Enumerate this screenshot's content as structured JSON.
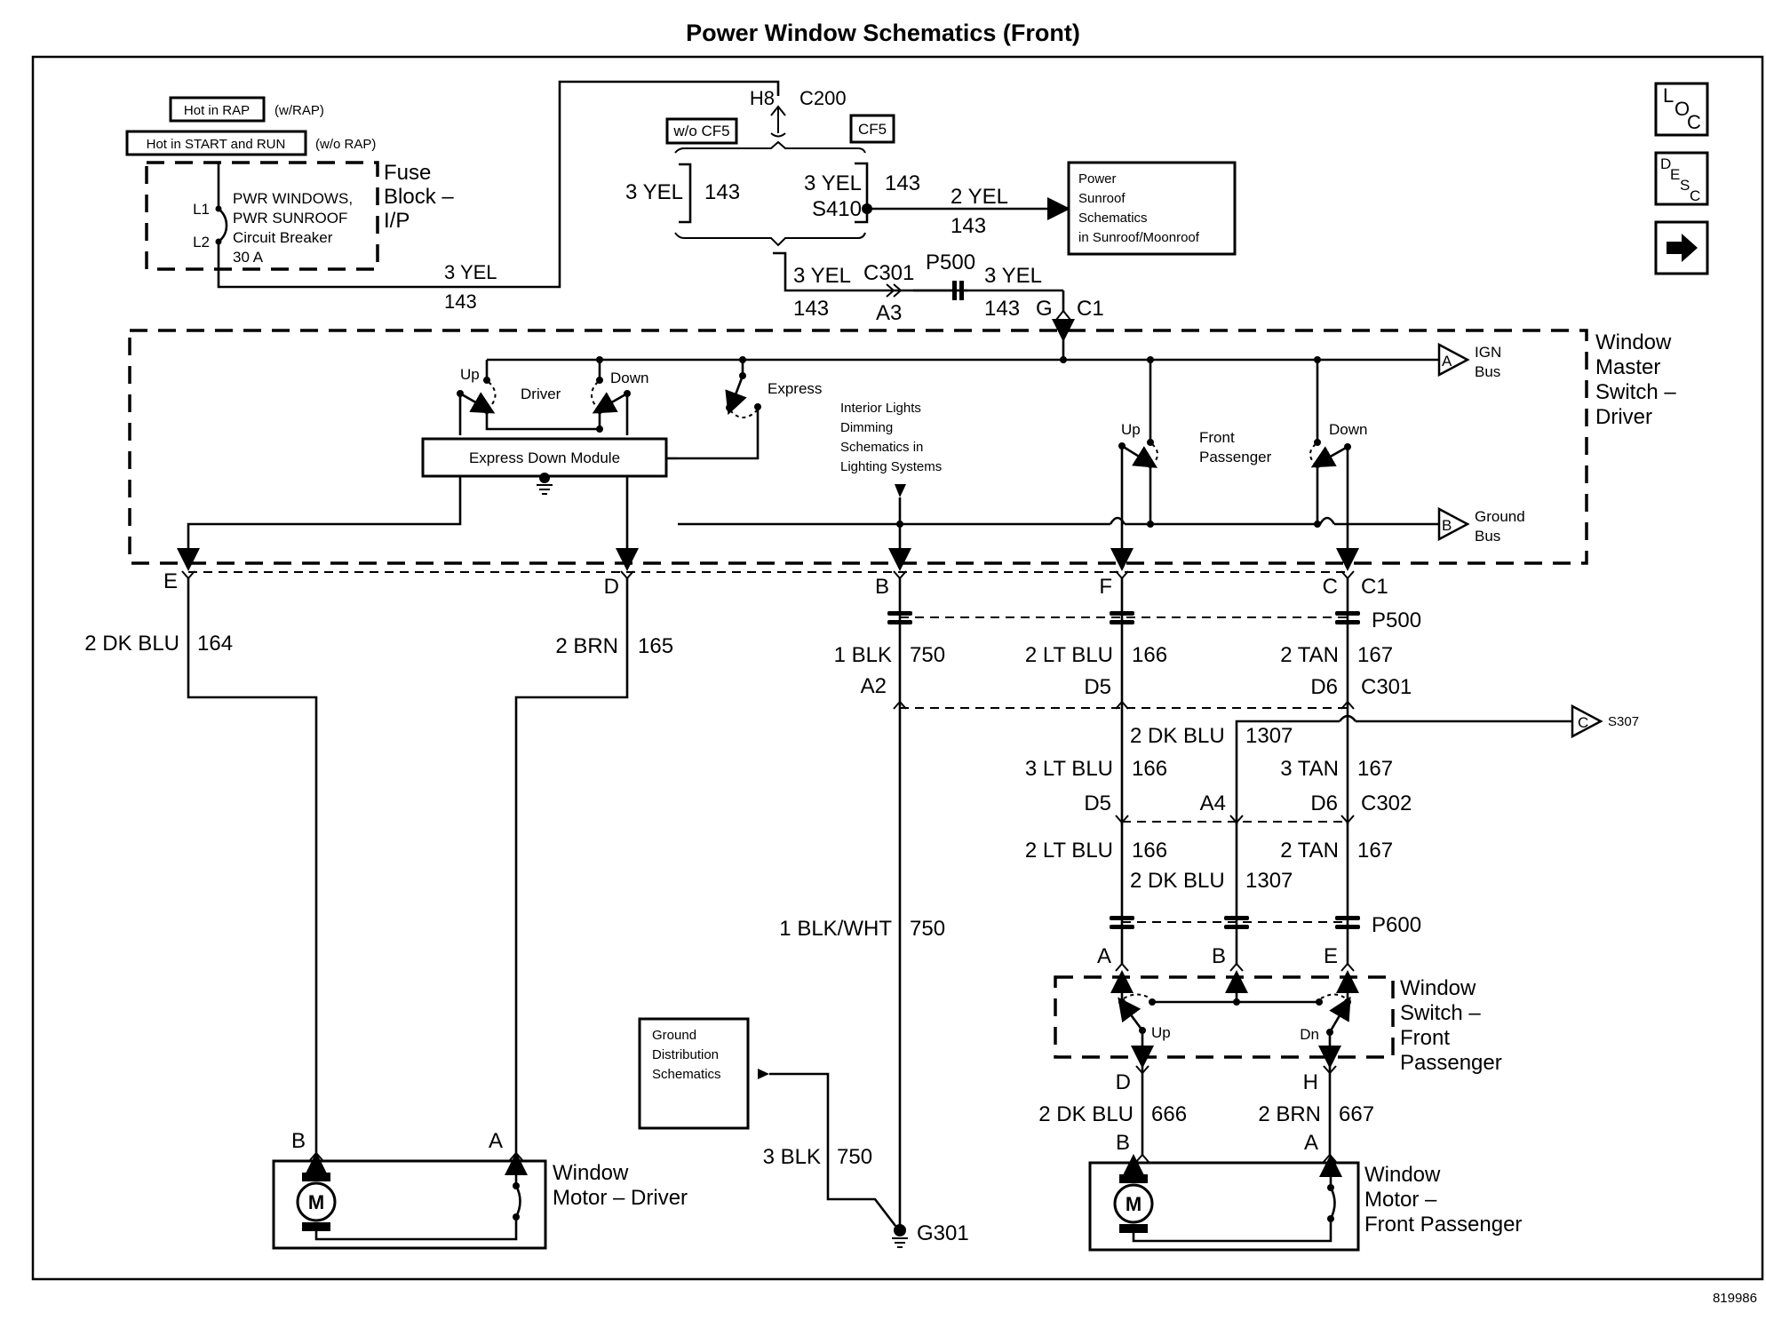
{
  "title": "Power Window Schematics (Front)",
  "figure_id": "819986",
  "nav_buttons": [
    {
      "name": "loc",
      "label_chars": [
        "L",
        "O",
        "C"
      ]
    },
    {
      "name": "desc",
      "label_chars": [
        "D",
        "E",
        "S",
        "C"
      ]
    },
    {
      "name": "next",
      "icon": "right-arrow-icon"
    }
  ],
  "power_source": {
    "hot_rap": "Hot in RAP",
    "hot_rap_note": "(w/RAP)",
    "hot_start_run": "Hot in START and RUN",
    "hot_start_run_note": "(w/o RAP)",
    "breaker_lines": [
      "PWR WINDOWS,",
      "PWR SUNROOF",
      "Circuit Breaker",
      "30 A"
    ],
    "terminal_l1": "L1",
    "terminal_l2": "L2",
    "block_label_lines": [
      "Fuse",
      "Block –",
      "I/P"
    ],
    "wire_color": "3 YEL",
    "wire_circuit": "143"
  },
  "c200": {
    "pin": "H8",
    "connector": "C200",
    "option_wo": "w/o CF5",
    "option_w": "CF5",
    "left_wire_color": "3 YEL",
    "left_wire_circuit": "143",
    "right_wire_color": "3 YEL",
    "right_wire_circuit": "143",
    "splice": "S410",
    "sunroof_wire_color": "2 YEL",
    "sunroof_wire_circuit": "143",
    "sunroof_ref_lines": [
      "Power",
      "Sunroof",
      "Schematics",
      "in Sunroof/Moonroof"
    ]
  },
  "c301_feed": {
    "wire_color_a": "3 YEL",
    "wire_circuit_a": "143",
    "connector": "C301",
    "pin": "A3",
    "inline": "P500",
    "wire_color_b": "3 YEL",
    "wire_circuit_b": "143",
    "master_pin": "G",
    "master_connector": "C1"
  },
  "master_switch": {
    "label_lines": [
      "Window",
      "Master",
      "Switch –",
      "Driver"
    ],
    "driver_up": "Up",
    "driver_down": "Down",
    "driver_label": "Driver",
    "express": "Express",
    "express_module": "Express Down Module",
    "interior_ref_lines": [
      "Interior Lights",
      "Dimming",
      "Schematics in",
      "Lighting Systems"
    ],
    "pass_up": "Up",
    "pass_down": "Down",
    "pass_label_lines": [
      "Front",
      "Passenger"
    ],
    "ign_bus_letter": "A",
    "ign_bus_lines": [
      "IGN",
      "Bus"
    ],
    "ground_bus_letter": "B",
    "ground_bus_lines": [
      "Ground",
      "Bus"
    ]
  },
  "c1_pins": {
    "e": "E",
    "d": "D",
    "b": "B",
    "f": "F",
    "c": "C",
    "connector": "C1"
  },
  "driver_circuits": {
    "up_color": "2 DK BLU",
    "up_circuit": "164",
    "down_color": "2 BRN",
    "down_circuit": "165"
  },
  "p500": "P500",
  "ground_path": {
    "wire1_color": "1 BLK",
    "wire1_circuit": "750",
    "pin": "A2",
    "wire2_color": "1 BLK/WHT",
    "wire2_circuit": "750",
    "ref_lines": [
      "Ground",
      "Distribution",
      "Schematics"
    ],
    "wire3_color": "3 BLK",
    "wire3_circuit": "750",
    "ground": "G301"
  },
  "passenger_path": {
    "a_color": "2 LT BLU",
    "a_circuit": "166",
    "b_color": "2 TAN",
    "b_circuit": "167",
    "c301_pin_a": "D5",
    "c301_pin_b": "D6",
    "c301": "C301",
    "dk_color": "2 DK BLU",
    "dk_circuit": "1307",
    "s307_letter": "C",
    "s307": "S307",
    "c302_a_color": "3 LT BLU",
    "c302_a_circuit": "166",
    "c302_b_color": "3 TAN",
    "c302_b_circuit": "167",
    "c302_pin_a": "D5",
    "c302_pin_m": "A4",
    "c302_pin_b": "D6",
    "c302": "C302",
    "low_a_color": "2 LT BLU",
    "low_a_circuit": "166",
    "low_b_color": "2 TAN",
    "low_b_circuit": "167",
    "low_dk_color": "2 DK BLU",
    "low_dk_circuit": "1307",
    "p600": "P600",
    "sw_pin_a": "A",
    "sw_pin_b": "B",
    "sw_pin_e": "E",
    "switch_label_lines": [
      "Window",
      "Switch –",
      "Front",
      "Passenger"
    ],
    "sw_up": "Up",
    "sw_dn": "Dn",
    "out_pin_d": "D",
    "out_pin_h": "H",
    "out_d_color": "2 DK BLU",
    "out_d_circuit": "666",
    "out_h_color": "2 BRN",
    "out_h_circuit": "667"
  },
  "driver_motor": {
    "pin_b": "B",
    "pin_a": "A",
    "symbol": "M",
    "label_lines": [
      "Window",
      "Motor – Driver"
    ]
  },
  "passenger_motor": {
    "pin_b": "B",
    "pin_a": "A",
    "symbol": "M",
    "label_lines": [
      "Window",
      "Motor –",
      "Front Passenger"
    ]
  }
}
